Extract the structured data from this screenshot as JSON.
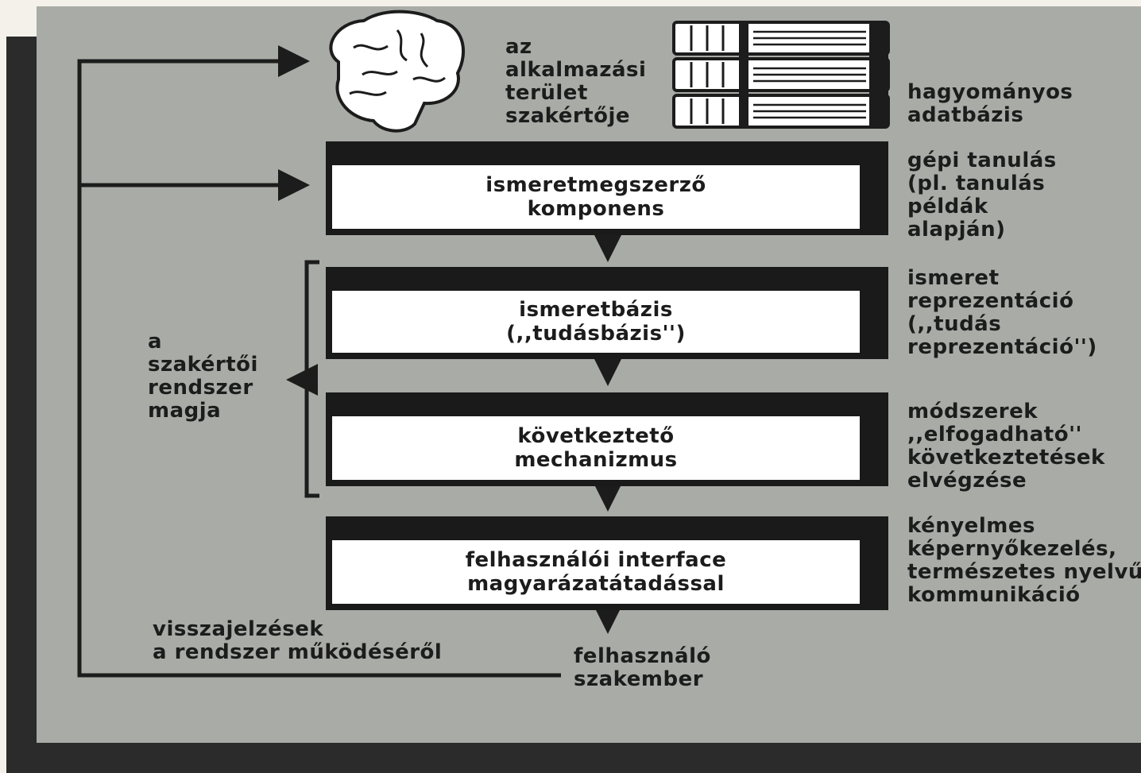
{
  "expert_label": [
    "az",
    "alkalmazási",
    "terület",
    "szakértője"
  ],
  "database_label": [
    "hagyományos",
    "adatbázis"
  ],
  "boxes": [
    {
      "id": "acquisition",
      "lines": [
        "ismeretmegszerző",
        "komponens"
      ]
    },
    {
      "id": "knowledge-base",
      "lines": [
        "ismeretbázis",
        "(,,tudásbázis'')"
      ]
    },
    {
      "id": "inference",
      "lines": [
        "következtető",
        "mechanizmus"
      ]
    },
    {
      "id": "user-interface",
      "lines": [
        "felhasználói interface",
        "magyarázatátadással"
      ]
    }
  ],
  "side_notes": [
    {
      "id": "machine-learning",
      "lines": [
        "gépi tanulás",
        "(pl. tanulás",
        "példák",
        "alapján)"
      ]
    },
    {
      "id": "knowledge-representation",
      "lines": [
        "ismeret",
        "reprezentáció",
        "(,,tudás",
        "reprezentáció'')"
      ]
    },
    {
      "id": "methods",
      "lines": [
        "módszerek",
        ",,elfogadható''",
        "következtetések",
        "elvégzése"
      ]
    },
    {
      "id": "comfortable",
      "lines": [
        "kényelmes",
        "képernyőkezelés,",
        "természetes nyelvű",
        "kommunikáció"
      ]
    }
  ],
  "core_label": [
    "a",
    "szakértői",
    "rendszer",
    "magja"
  ],
  "feedback_label": [
    "visszajelzések",
    "a rendszer működéséről"
  ],
  "user_label": [
    "felhasználó",
    "szakember"
  ],
  "colors": {
    "background": "#a8aba6",
    "frame": "#2b2b2b",
    "box_border": "#1a1a1a",
    "box_fill": "#ffffff",
    "text": "#1c1c1c"
  },
  "icons": {
    "expert": "brain-icon",
    "database": "books-icon"
  }
}
